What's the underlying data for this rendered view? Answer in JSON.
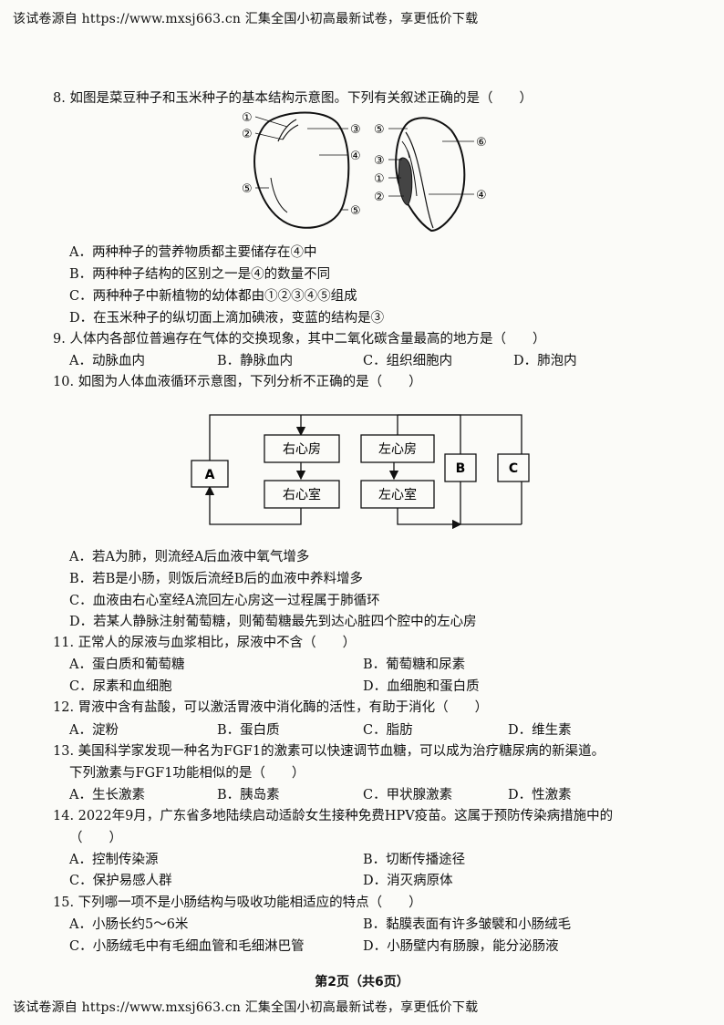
{
  "header": "该试卷源自 https://www.mxsj663.cn 汇集全国小初高最新试卷，享更低价下载",
  "footer_banner": "该试卷源自 https://www.mxsj663.cn 汇集全国小初高最新试卷，享更低价下载",
  "page_number": "第2页（共6页）",
  "q8": {
    "stem": "8. 如图是菜豆种子和玉米种子的基本结构示意图。下列有关叙述正确的是（　　）",
    "options": [
      "A．两种种子的营养物质都主要储存在④中",
      "B．两种种子结构的区别之一是④的数量不同",
      "C．两种种子中新植物的幼体都由①②③④⑤组成",
      "D．在玉米种子的纵切面上滴加碘液，变蓝的结构是③"
    ],
    "bean_labels": [
      "①",
      "②",
      "③",
      "④",
      "⑤",
      "⑤"
    ],
    "corn_labels": [
      "⑤",
      "⑥",
      "③",
      "①",
      "②",
      "④"
    ]
  },
  "q9": {
    "stem": "9. 人体内各部位普遍存在气体的交换现象，其中二氧化碳含量最高的地方是（　　）",
    "options": [
      "A．动脉血内",
      "B．静脉血内",
      "C．组织细胞内",
      "D．肺泡内"
    ]
  },
  "q10": {
    "stem": "10. 如图为人体血液循环示意图，下列分析不正确的是（　　）",
    "diagram": {
      "right_atrium": "右心房",
      "left_atrium": "左心房",
      "right_ventricle": "右心室",
      "left_ventricle": "左心室",
      "box_a": "A",
      "box_b": "B",
      "box_c": "C"
    },
    "options": [
      "A．若A为肺，则流经A后血液中氧气增多",
      "B．若B是小肠，则饭后流经B后的血液中养料增多",
      "C．血液由右心室经A流回左心房这一过程属于肺循环",
      "D．若某人静脉注射葡萄糖，则葡萄糖最先到达心脏四个腔中的左心房"
    ]
  },
  "q11": {
    "stem": "11. 正常人的尿液与血浆相比，尿液中不含（　　）",
    "options": [
      "A．蛋白质和葡萄糖",
      "B．葡萄糖和尿素",
      "C．尿素和血细胞",
      "D．血细胞和蛋白质"
    ]
  },
  "q12": {
    "stem": "12. 胃液中含有盐酸，可以激活胃液中消化酶的活性，有助于消化（　　）",
    "options": [
      "A．淀粉",
      "B．蛋白质",
      "C．脂肪",
      "D．维生素"
    ]
  },
  "q13": {
    "stem1": "13. 美国科学家发现一种名为FGF1的激素可以快速调节血糖，可以成为治疗糖尿病的新渠道。",
    "stem2": "下列激素与FGF1功能相似的是（　　）",
    "options": [
      "A．生长激素",
      "B．胰岛素",
      "C．甲状腺激素",
      "D．性激素"
    ]
  },
  "q14": {
    "stem1": "14. 2022年9月，广东省多地陆续启动适龄女生接种免费HPV疫苗。这属于预防传染病措施中的",
    "stem2": "（　　）",
    "options": [
      "A．控制传染源",
      "B．切断传播途径",
      "C．保护易感人群",
      "D．消灭病原体"
    ]
  },
  "q15": {
    "stem": "15. 下列哪一项不是小肠结构与吸收功能相适应的特点（　　）",
    "options": [
      "A．小肠长约5～6米",
      "B．黏膜表面有许多皱襞和小肠绒毛",
      "C．小肠绒毛中有毛细血管和毛细淋巴管",
      "D．小肠壁内有肠腺，能分泌肠液"
    ]
  }
}
